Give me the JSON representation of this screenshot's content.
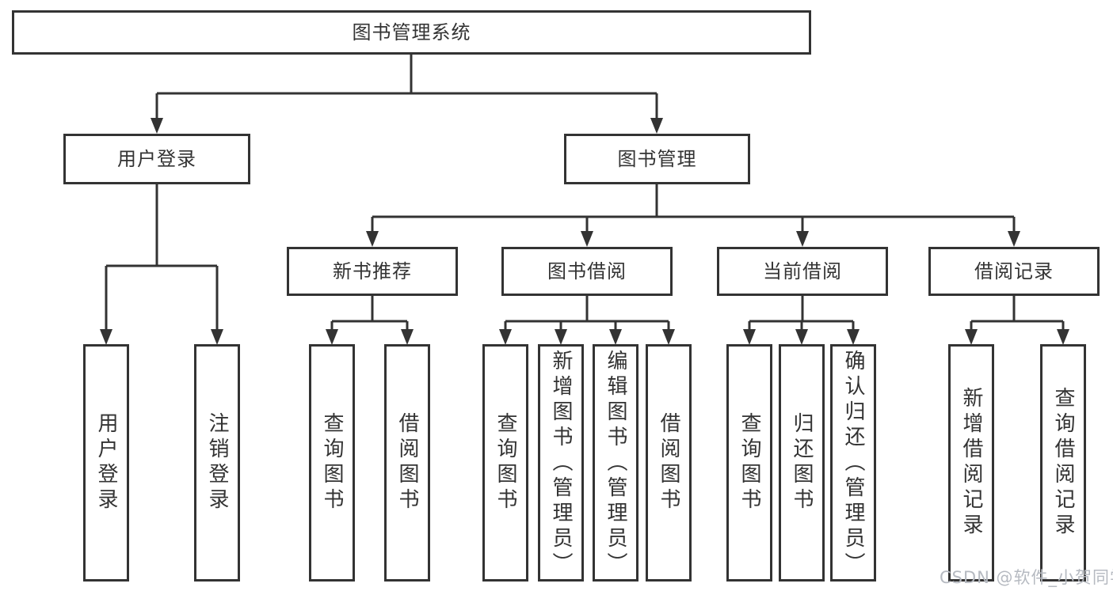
{
  "diagram_type": "hierarchy-tree",
  "colors": {
    "line": "#333333",
    "text": "#333333",
    "background": "#ffffff",
    "watermark": "#b6bac1"
  },
  "watermark": "CSDN @软件_小贺同学",
  "tree": {
    "root": {
      "label": "图书管理系统"
    },
    "branches": [
      {
        "label": "用户登录",
        "children": [
          "用户登录",
          "注销登录"
        ]
      },
      {
        "label": "图书管理",
        "children": [
          {
            "label": "新书推荐",
            "children": [
              "查询图书",
              "借阅图书"
            ]
          },
          {
            "label": "图书借阅",
            "children": [
              "查询图书",
              "新增图书（管理员）",
              "编辑图书（管理员）",
              "借阅图书"
            ]
          },
          {
            "label": "当前借阅",
            "children": [
              "查询图书",
              "归还图书",
              "确认归还（管理员）"
            ]
          },
          {
            "label": "借阅记录",
            "children": [
              "新增借阅记录",
              "查询借阅记录"
            ]
          }
        ]
      }
    ]
  }
}
